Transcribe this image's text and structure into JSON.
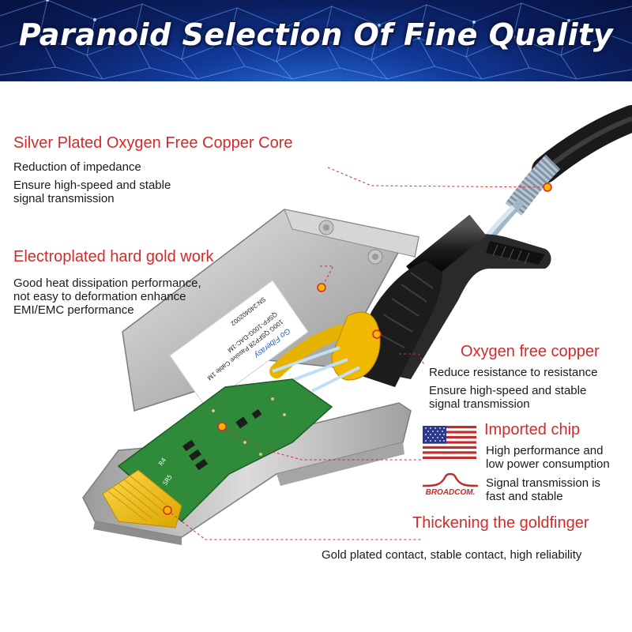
{
  "header": {
    "title": "Paranoid Selection Of Fine Quality"
  },
  "features": {
    "copper_core": {
      "title": "Silver Plated Oxygen Free Copper Core",
      "line1": "Reduction of impedance",
      "line2": "Ensure high-speed and stable",
      "line3": "signal transmission"
    },
    "gold_work": {
      "title": "Electroplated hard gold work",
      "line1": "Good heat dissipation performance,",
      "line2": "not easy to deformation enhance",
      "line3": "EMI/EMC performance"
    },
    "oxygen_copper": {
      "title": "Oxygen free copper",
      "line1": "Reduce resistance to resistance",
      "line2": "Ensure high-speed and stable",
      "line3": "signal transmission"
    },
    "chip": {
      "title": "Imported chip",
      "line1": "High performance and",
      "line2": "low power consumption",
      "line3": "Signal transmission is",
      "line4": "fast and stable",
      "logo": "BROADCOM."
    },
    "goldfinger": {
      "title": "Thickening the goldfinger",
      "line1": "Gold plated contact, stable contact, high reliability"
    }
  },
  "label": {
    "brand": "Go Fiberasy",
    "model": "100G QSFP28 Passive Cable 1M",
    "part": "QSFP-100G-DAC-1M",
    "serial": "SN:240402002"
  },
  "colors": {
    "accent": "#d42a2a",
    "banner": "#0a1d5c",
    "pcb": "#2f8a3a",
    "gold": "#f2c400"
  },
  "icons": [
    "us-flag-icon",
    "broadcom-logo-icon"
  ]
}
